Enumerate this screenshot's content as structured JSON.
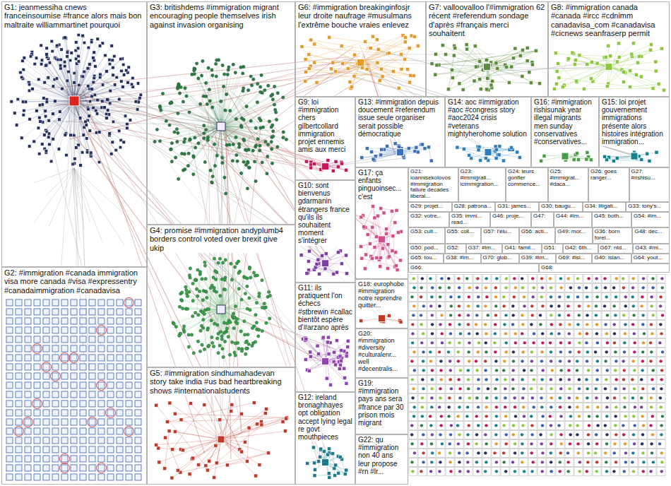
{
  "diagram": {
    "nodes": [
      {
        "text": [
          "G1: jeanmessiha cnews franceinsoumise #france alors mais bon maltraite williammartinet pourquoi"
        ]
      },
      {
        "text": [
          "G3: britishdems #immigration migrant encouraging people themselves irish against invasion organising"
        ]
      },
      {
        "text": [
          "G6: #immigration breakinginfosjr leur droite naufrage #musulmans l'extrême bouche vraies enlevez"
        ]
      },
      {
        "text": [
          "G7: valloovalloo l'#immigration 62 récent #referendum sondage d'après #français merci souhaitent"
        ]
      },
      {
        "text": [
          "G8: #immigration canada #canada #ircc #cdnimm canadavisa_com #canadavisa #cicnews seanfraserp permit"
        ]
      },
      {
        "text": [
          "G9: loi #immigration chers gilbertcollard immigration projet ennemis amis aux merci"
        ]
      },
      {
        "text": [
          "G13: #immigration depuis doucement #referendum issue seule organiser serait possible démocratique"
        ]
      },
      {
        "text": [
          "G14: aoc #immigration #aoc #congress story #aoc2024 crisis #veterans mightyherohome solution"
        ]
      },
      {
        "text": [
          "G16: #immigration rishisunak year illegal migrants men sunday conservatives #conservatives..."
        ]
      },
      {
        "text": [
          "G15: loi projet gouvernement immigrations présente alors histoires intégration immigration..."
        ]
      },
      {
        "text": [
          "G17: ça enfants pinguoinsec... c'est"
        ]
      },
      {
        "text": [
          "G10: sont bienvenus gdarmanin étrangers france qu'ils ils souhaitent moment s'intégrer"
        ]
      },
      {
        "text": [
          "G4: promise #immigration andyplumb4 borders control voted over brexit give ukip"
        ]
      },
      {
        "text": [
          "G2: #immigration #canada immigration visa more canada #visa #expressentry #canadaimmigration #canadavisa"
        ]
      },
      {
        "text": [
          "G18: europhobe #immigration notre reprendre quitter..."
        ]
      },
      {
        "text": [
          "G11: ils pratiquent l'on échecs #stbrewin #callac bientôt espère d'#arzano après"
        ]
      },
      {
        "text": [
          "G20: #immigration #diversity #culturalenr... well #decentralis..."
        ]
      },
      {
        "text": [
          "G5: #immigration sindhumahadevan story take india #us bad heartbreaking shows #internationalstudents"
        ]
      },
      {
        "text": [
          "G19: #immigration pays ans sera #france par 30 prison mois migrant"
        ]
      },
      {
        "text": [
          "G12: ireland bronaghhayes opt obligation accept lying legal re govt mouthpieces"
        ]
      },
      {
        "text": [
          "G22: qu #immigration non 40 ans leur propose #rn #lr..."
        ]
      },
      {
        "text": [
          "G21: ioannisekolovos #immigration failure decades liberal..."
        ]
      },
      {
        "text": [
          "G23: #immigrati... icimmigration..."
        ]
      },
      {
        "text": [
          "G24: leurs gonfler commence..."
        ]
      },
      {
        "text": [
          "G25: #immigrat... #daca..."
        ]
      },
      {
        "text": [
          "G26: goes ranger..."
        ]
      },
      {
        "text": [
          "G27: #rishisu..."
        ]
      },
      {
        "text": [
          "G29: projet..."
        ]
      },
      {
        "text": [
          "G28: patrona..."
        ]
      },
      {
        "text": [
          "G31: james..."
        ]
      },
      {
        "text": [
          "G30: baugu..."
        ]
      },
      {
        "text": [
          "G34: litigati..."
        ]
      },
      {
        "text": [
          "G33: tony's..."
        ]
      },
      {
        "text": [
          "G32: votre..."
        ]
      },
      {
        "text": [
          "G35: immi... read..."
        ]
      },
      {
        "text": [
          "G46: proje..."
        ]
      },
      {
        "text": [
          "G47:"
        ]
      },
      {
        "text": [
          "G44: #im..."
        ]
      },
      {
        "text": [
          "G45: both..."
        ]
      },
      {
        "text": [
          "G54: #im..."
        ]
      },
      {
        "text": [
          "G53: cult..."
        ]
      },
      {
        "text": [
          "G55: coll..."
        ]
      },
      {
        "text": [
          "G57: l'élu..."
        ]
      },
      {
        "text": [
          "G56: acti..."
        ]
      },
      {
        "text": [
          "G49: mor..."
        ]
      },
      {
        "text": [
          "G36: born forei..."
        ]
      },
      {
        "text": [
          "G48: dec..."
        ]
      },
      {
        "text": [
          "G50: pod..."
        ]
      },
      {
        "text": [
          "G52:"
        ]
      },
      {
        "text": [
          "G37: #im..."
        ]
      },
      {
        "text": [
          "G41: famil..."
        ]
      },
      {
        "text": [
          "G51:"
        ]
      },
      {
        "text": [
          "G42: 6th..."
        ]
      },
      {
        "text": [
          "G67: ntd..."
        ]
      },
      {
        "text": [
          "G43: #mi..."
        ]
      },
      {
        "text": [
          "G65: tou..."
        ]
      },
      {
        "text": [
          "G38: #im..."
        ]
      },
      {
        "text": [
          "G70: glob..."
        ]
      },
      {
        "text": [
          "G39: #im..."
        ]
      },
      {
        "text": [
          "G69: #isl..."
        ]
      },
      {
        "text": [
          "G40: islan..."
        ]
      },
      {
        "text": [
          "G64: yout..."
        ]
      },
      {
        "text": [
          "G66:"
        ]
      },
      {
        "text": [
          "G68:"
        ]
      }
    ]
  }
}
